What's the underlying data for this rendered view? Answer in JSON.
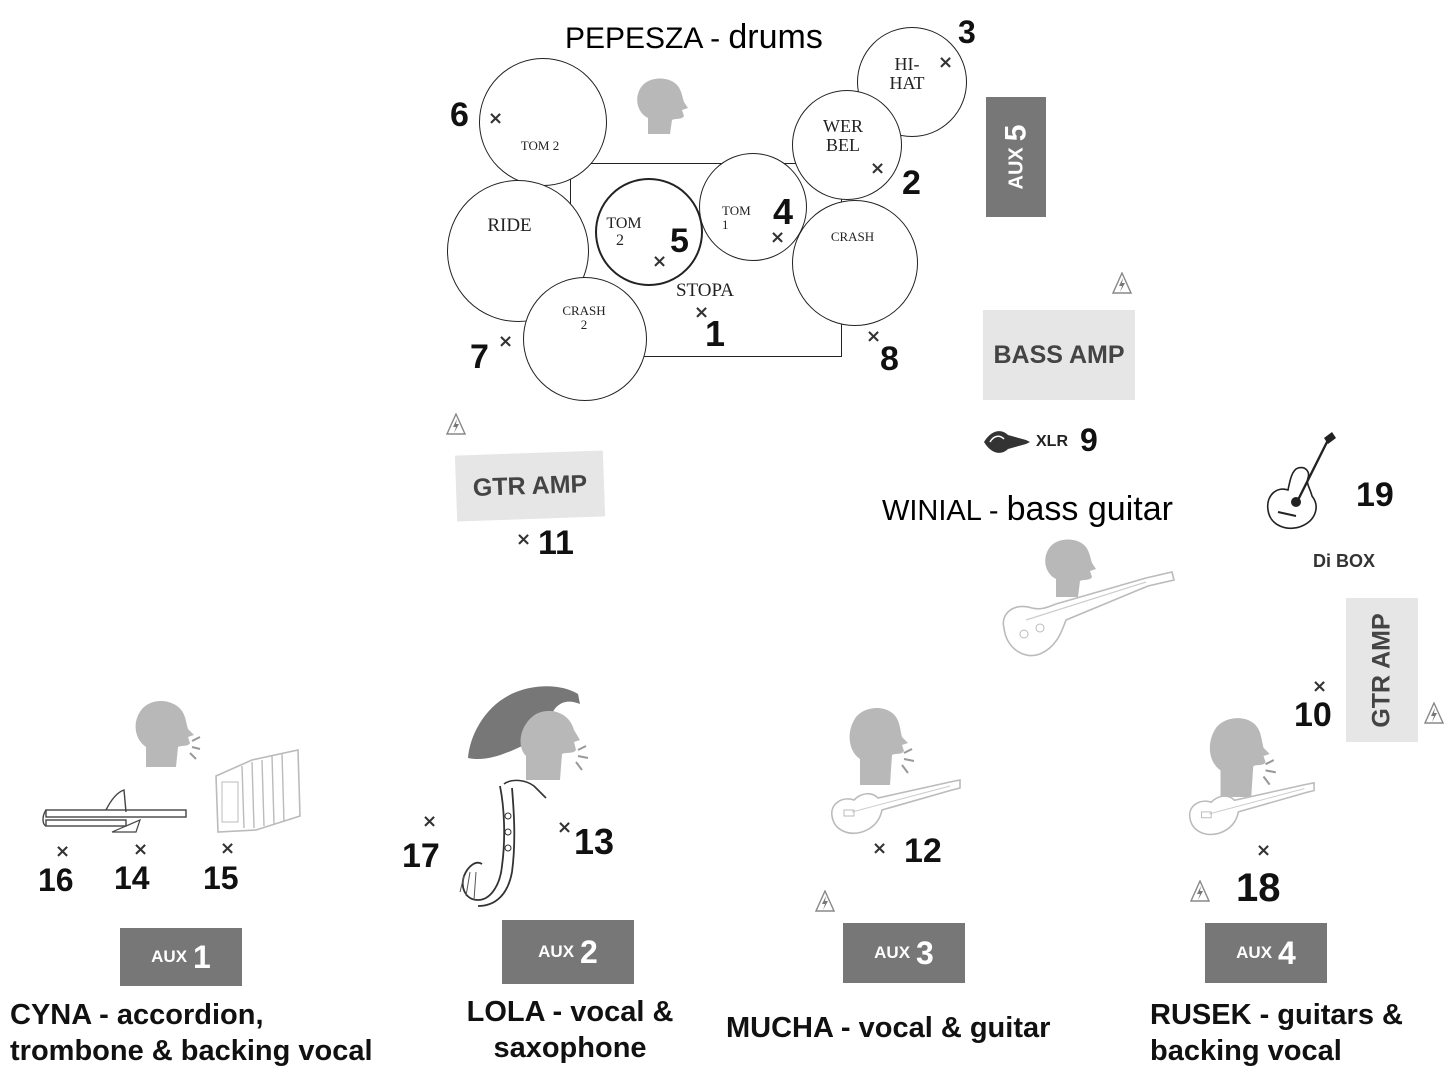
{
  "drums": {
    "title_name": "PEPESZA - ",
    "title_inst": "drums",
    "labels": {
      "hihat_1": "HI-",
      "hihat_2": "HAT",
      "werbel_1": "WER",
      "werbel_2": "BEL",
      "tom2_top": "TOM 2",
      "ride": "RIDE",
      "tom2_a": "TOM",
      "tom2_b": "2",
      "tom1_a": "TOM",
      "tom1_b": "1",
      "crash": "CRASH",
      "crash2_a": "CRASH",
      "crash2_b": "2",
      "stopa": "STOPA"
    },
    "channels": {
      "c1": "1",
      "c2": "2",
      "c3": "3",
      "c4": "4",
      "c5": "5",
      "c6": "6",
      "c7": "7",
      "c8": "8"
    },
    "aux": {
      "small": "AUX",
      "big": "5"
    }
  },
  "bass": {
    "amp_label": "BASS AMP",
    "xlr_label": "XLR",
    "xlr_channel": "9",
    "title_name": "WINIAL - ",
    "title_inst": "bass guitar"
  },
  "left_gtr_amp": {
    "label": "GTR AMP",
    "channel": "11"
  },
  "acoustic": {
    "channel": "19",
    "di_label": "Di BOX"
  },
  "right_gtr_amp": {
    "label": "GTR AMP",
    "channel": "10"
  },
  "x_mark": "×",
  "musicians": [
    {
      "aux_small": "AUX",
      "aux_big": "1",
      "name_line1": "CYNA - accordion,",
      "name_line2": "trombone & backing vocal",
      "channels": [
        "16",
        "14",
        "15"
      ]
    },
    {
      "aux_small": "AUX",
      "aux_big": "2",
      "name_line1": "LOLA - vocal &",
      "name_line2": "saxophone",
      "channels": [
        "17",
        "13"
      ]
    },
    {
      "aux_small": "AUX",
      "aux_big": "3",
      "name_line1": "MUCHA - vocal & guitar",
      "channels": [
        "12"
      ]
    },
    {
      "aux_small": "AUX",
      "aux_big": "4",
      "name_line1": "RUSEK - guitars &",
      "name_line2": "backing vocal",
      "channels": [
        "18"
      ]
    }
  ],
  "icons": [
    "head-icon",
    "bass-guitar-icon",
    "electric-guitar-icon",
    "acoustic-guitar-icon",
    "saxophone-icon",
    "trombone-icon",
    "accordion-icon",
    "power-outlet-icon",
    "xlr-connector-icon",
    "microphone-icon"
  ],
  "colors": {
    "head": "#b8b8b8",
    "aux": "#777777",
    "amp": "#e6e6e6"
  }
}
